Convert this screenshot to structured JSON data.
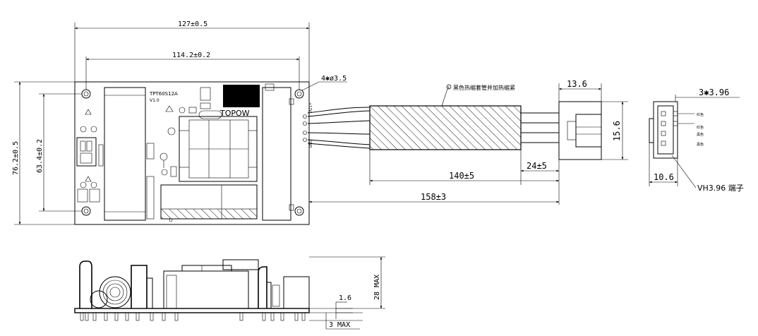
{
  "dimensions": {
    "board_width": "127±0.5",
    "hole_spacing_x": "114.2±0.2",
    "mount_holes": "4✱ø3.5",
    "board_height": "76.2±0.5",
    "hole_spacing_y": "63.4±0.2",
    "connector_length": "13.6",
    "connector_height": "15.6",
    "wire_len_140": "140±5",
    "wire_len_24": "24±5",
    "wire_len_158": "158±3",
    "pitch": "3✱3.96",
    "terminal_depth": "10.6",
    "max_height": "28 MAX",
    "pin_length": "1.6",
    "max_protrusion": "3 MAX"
  },
  "labels": {
    "model": "TPT60S12A",
    "version": "V1.0",
    "brand": "TOPOW",
    "output_pos": "+12V",
    "output_gnd": "GND",
    "sleeve_note": "黑色热缩套管并加热缩紧",
    "sleeve_circle": "②",
    "terminal": "VH3.96 端子",
    "wire_red_1": "红色",
    "wire_red_2": "红色",
    "wire_black_1": "黑色",
    "wire_black_2": "黑色"
  }
}
